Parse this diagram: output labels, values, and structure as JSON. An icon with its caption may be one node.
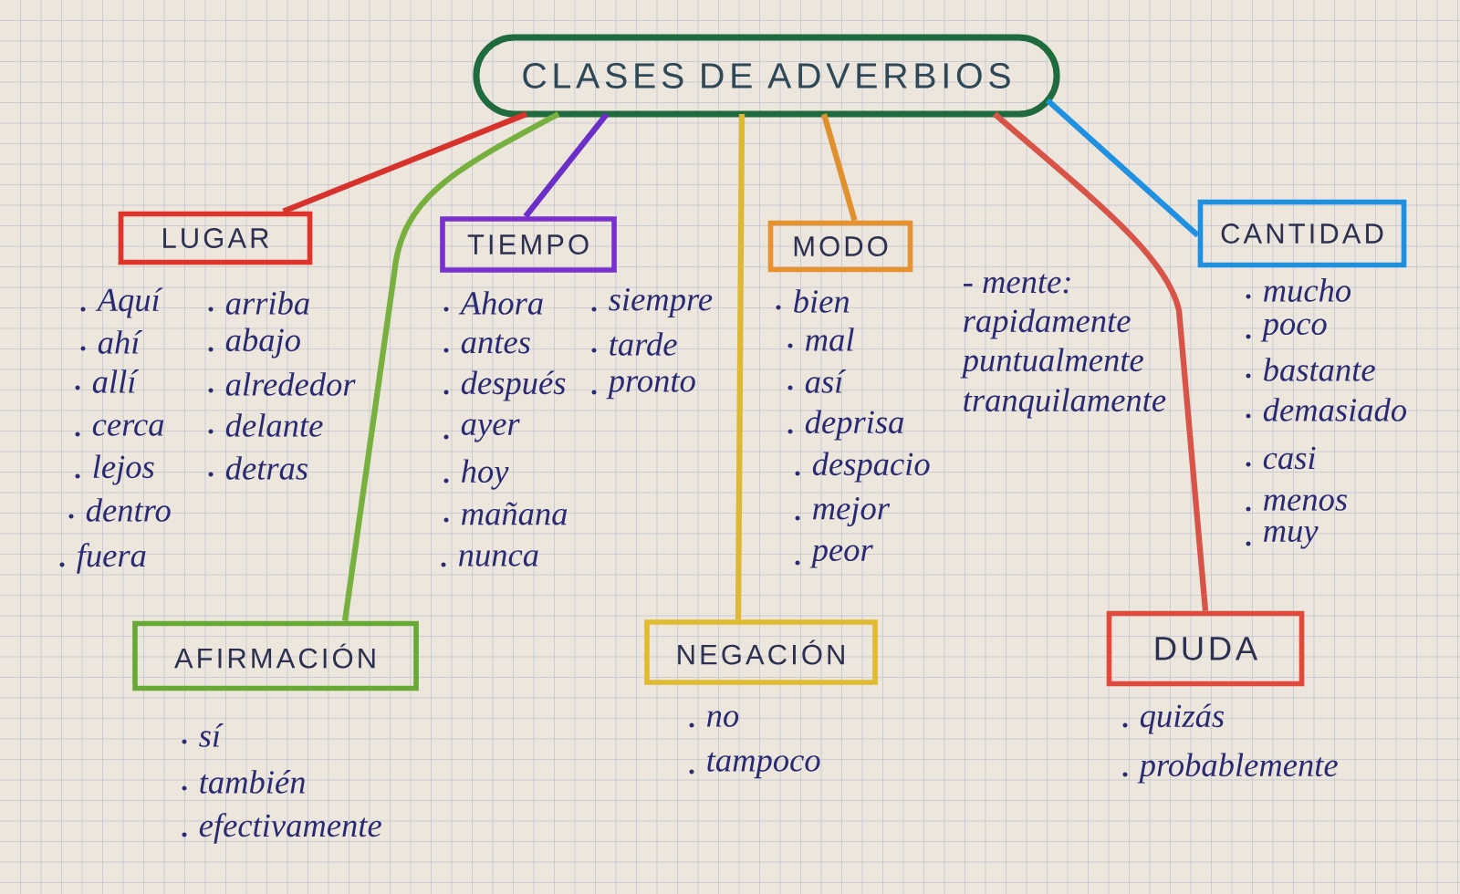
{
  "diagram": {
    "nodes": [
      {
        "text": [
          "CLASES DE ADVERBIOS"
        ]
      },
      {
        "text": [
          "LUGAR"
        ],
        "beside": [
          "Aquí",
          "ahí",
          "allí",
          "cerca",
          "lejos",
          "dentro",
          "fuera",
          "arriba",
          "abajo",
          "alrededor",
          "delante",
          "detras"
        ]
      },
      {
        "text": [
          "TIEMPO"
        ],
        "beside": [
          "Ahora",
          "antes",
          "después",
          "ayer",
          "hoy",
          "mañana",
          "nunca",
          "siempre",
          "tarde",
          "pronto"
        ]
      },
      {
        "text": [
          "MODO"
        ],
        "beside": [
          "bien",
          "mal",
          "así",
          "deprisa",
          "despacio",
          "mejor",
          "peor"
        ]
      },
      {
        "text": [
          "CANTIDAD"
        ],
        "beside": [
          "mucho",
          "poco",
          "bastante",
          "demasiado",
          "casi",
          "menos",
          "muy"
        ]
      },
      {
        "text": [
          "AFIRMACIÓN"
        ],
        "beside": [
          "sí",
          "también",
          "efectivamente"
        ]
      },
      {
        "text": [
          "NEGACIÓN"
        ],
        "beside": [
          "no",
          "tampoco"
        ]
      },
      {
        "text": [
          "DUDA"
        ],
        "beside": [
          "quizás",
          "probablemente"
        ]
      }
    ],
    "edges": [
      {
        "from": 0,
        "to": 1,
        "arrow": "none",
        "color": "#d8322c"
      },
      {
        "from": 0,
        "to": 2,
        "arrow": "none",
        "color": "#6b2fc8"
      },
      {
        "from": 0,
        "to": 3,
        "arrow": "none",
        "color": "#e0902e"
      },
      {
        "from": 0,
        "to": 4,
        "arrow": "none",
        "color": "#2090e0"
      },
      {
        "from": 0,
        "to": 5,
        "arrow": "none",
        "color": "#78b040"
      },
      {
        "from": 0,
        "to": 6,
        "arrow": "none",
        "color": "#dcb834"
      },
      {
        "from": 0,
        "to": 7,
        "arrow": "none",
        "color": "#d95448"
      }
    ],
    "labels": [
      "- mente:",
      "rapidamente",
      "puntualmente",
      "tranquilamente"
    ]
  }
}
